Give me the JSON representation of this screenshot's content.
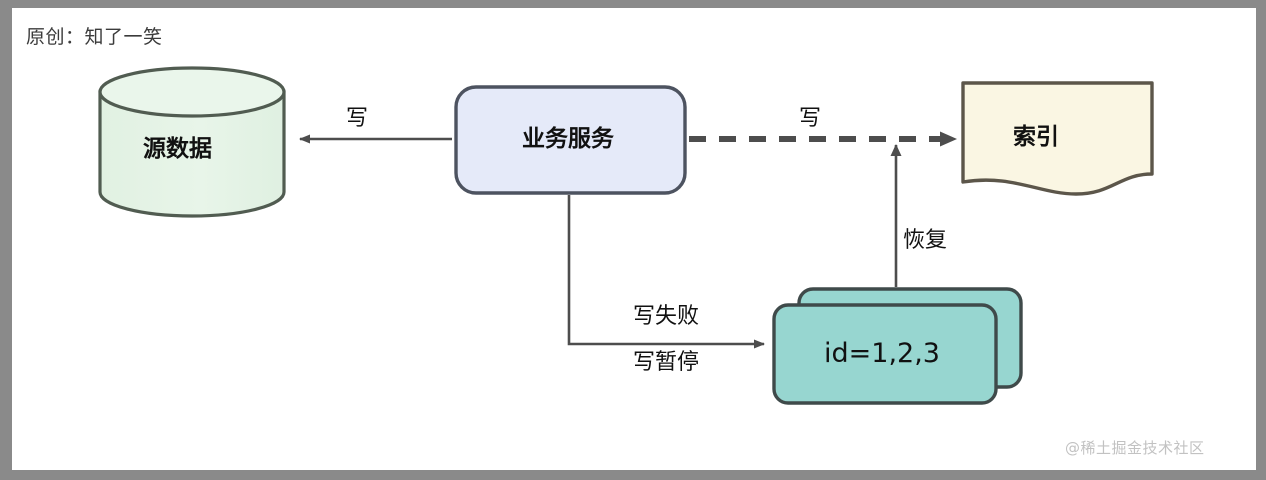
{
  "meta": {
    "credit": "原创：知了一笑",
    "watermark": "@稀土掘金技术社区"
  },
  "colors": {
    "frame": "#8a8a8a",
    "canvas": "#ffffff",
    "stroke": "#4d4d4d",
    "source_fill": "#e4f2e4",
    "source_stroke": "#515c51",
    "service_fill": "#e4e9f8",
    "service_stroke": "#4d5360",
    "index_fill": "#faf6e3",
    "index_stroke": "#5c564a",
    "queue_fill": "#97d6d0",
    "queue_stroke": "#3f4a4a",
    "text": "#111111",
    "watermark": "#c2c2c2"
  },
  "nodes": [
    {
      "id": "source",
      "label": "源数据",
      "shape": "cylinder"
    },
    {
      "id": "service",
      "label": "业务服务",
      "shape": "rounded-rect"
    },
    {
      "id": "index",
      "label": "索引",
      "shape": "document"
    },
    {
      "id": "queue",
      "label": "id=1,2,3",
      "shape": "stacked-rect"
    }
  ],
  "edges": [
    {
      "id": "write-source",
      "label": "写",
      "from": "service",
      "to": "source",
      "style": "solid",
      "arrow": "end"
    },
    {
      "id": "write-index",
      "label": "写",
      "from": "service",
      "to": "index",
      "style": "dashed",
      "arrow": "end"
    },
    {
      "id": "fail-queue",
      "label": "写失败",
      "from": "service",
      "to": "queue",
      "style": "solid",
      "arrow": "end"
    },
    {
      "id": "pause-queue",
      "label": "写暂停",
      "from": "service",
      "to": "queue",
      "style": "solid",
      "arrow": "end"
    },
    {
      "id": "recover",
      "label": "恢复",
      "from": "queue",
      "to": "index",
      "style": "solid",
      "arrow": "end"
    }
  ],
  "labels": {
    "source": "源数据",
    "service": "业务服务",
    "index": "索引",
    "queue": "id=1,2,3",
    "write_source": "写",
    "write_index": "写",
    "write_fail": "写失败",
    "write_pause": "写暂停",
    "recover": "恢复"
  }
}
